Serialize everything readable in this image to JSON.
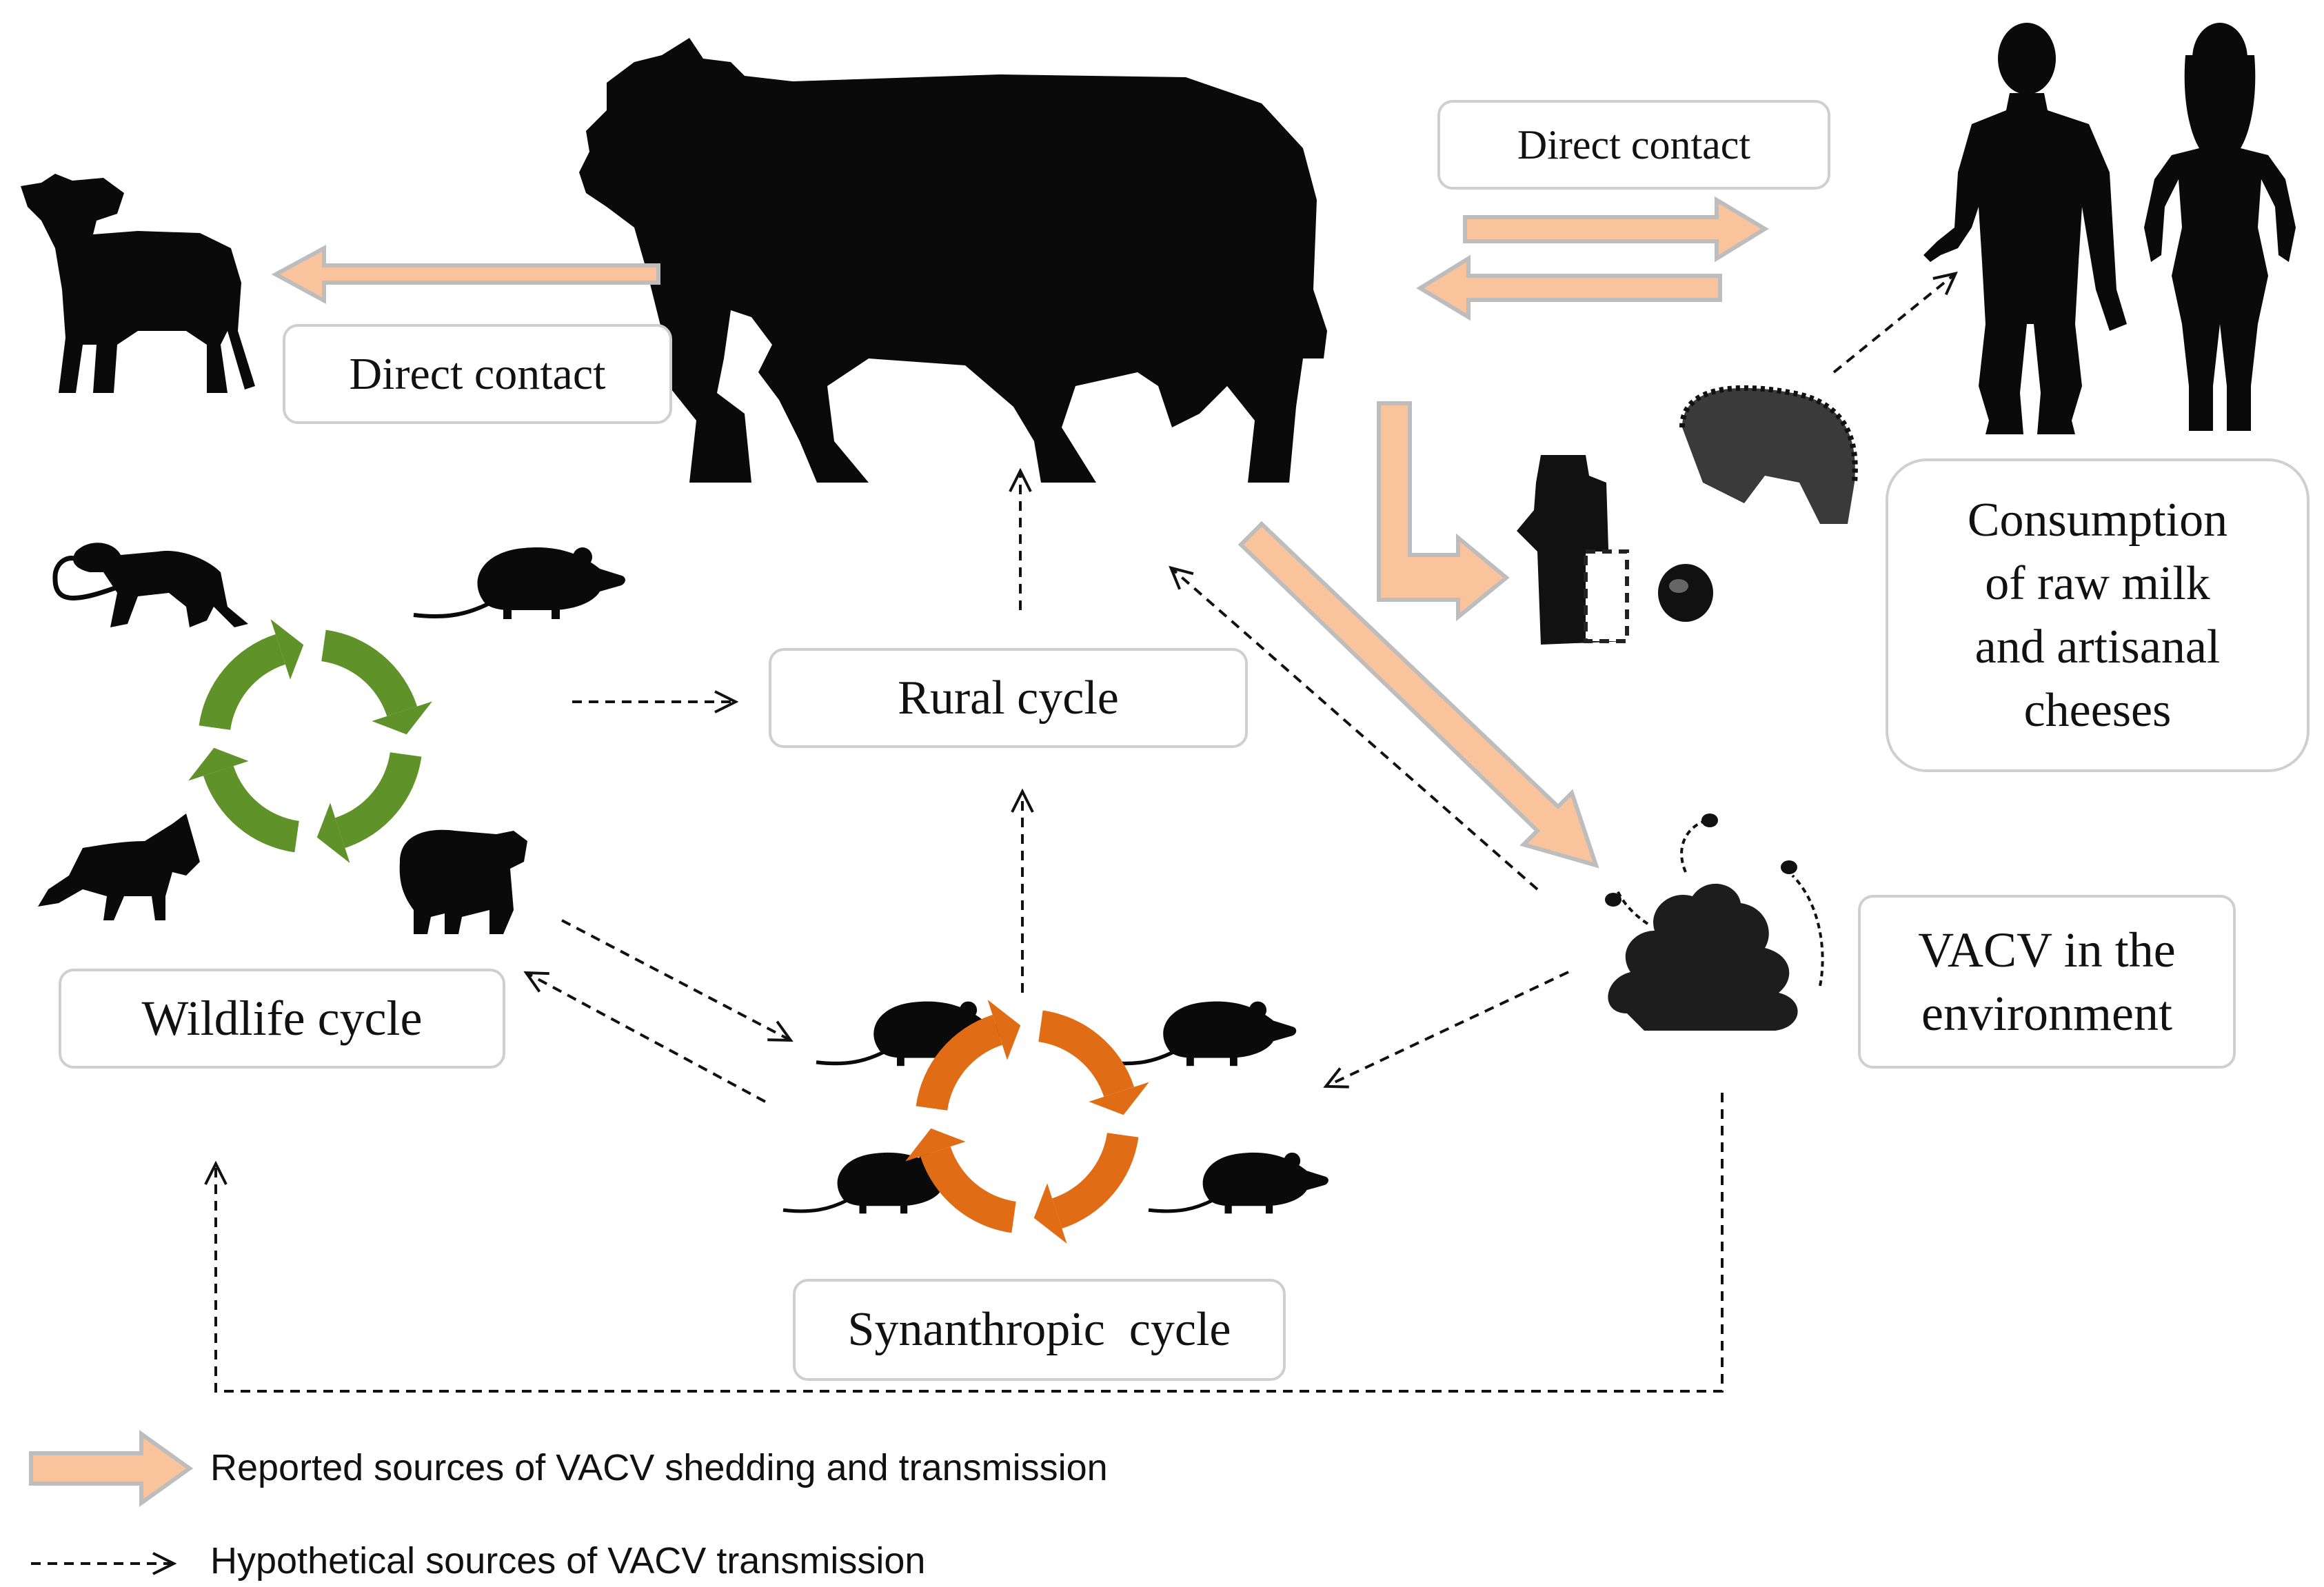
{
  "colors": {
    "reported_arrow_fill": "#f9c49b",
    "reported_arrow_stroke": "#bdbdbd",
    "wildlife_cycle_color": "#5f9229",
    "synanthropic_cycle_color": "#e06d16",
    "silhouette": "#0a0a0a",
    "box_border": "#cfcfcf"
  },
  "labels": {
    "calf_contact": "Direct contact",
    "human_contact": "Direct contact",
    "consumption": [
      "Consumption",
      "of raw milk",
      "and artisanal",
      "cheeses"
    ],
    "rural_cycle": "Rural cycle",
    "wildlife_cycle": "Wildlife cycle",
    "synanthropic_cycle": "Synanthropic  cycle",
    "environment": [
      "VACV in the",
      "environment"
    ]
  },
  "legend": {
    "reported": "Reported sources of VACV shedding and transmission",
    "hypothetical": "Hypothetical sources of VACV transmission"
  },
  "icons": {
    "cow": "cow-icon",
    "calf": "calf-icon",
    "man": "man-icon",
    "woman": "woman-icon",
    "milk_can": "milk-can-icon",
    "cheese": "cheese-icon",
    "feces": "feces-icon",
    "fly": "fly-icon",
    "monkey": "monkey-icon",
    "opossum": "opossum-icon",
    "fox": "fox-icon",
    "capybara": "capybara-icon",
    "rat": "rat-icon"
  }
}
